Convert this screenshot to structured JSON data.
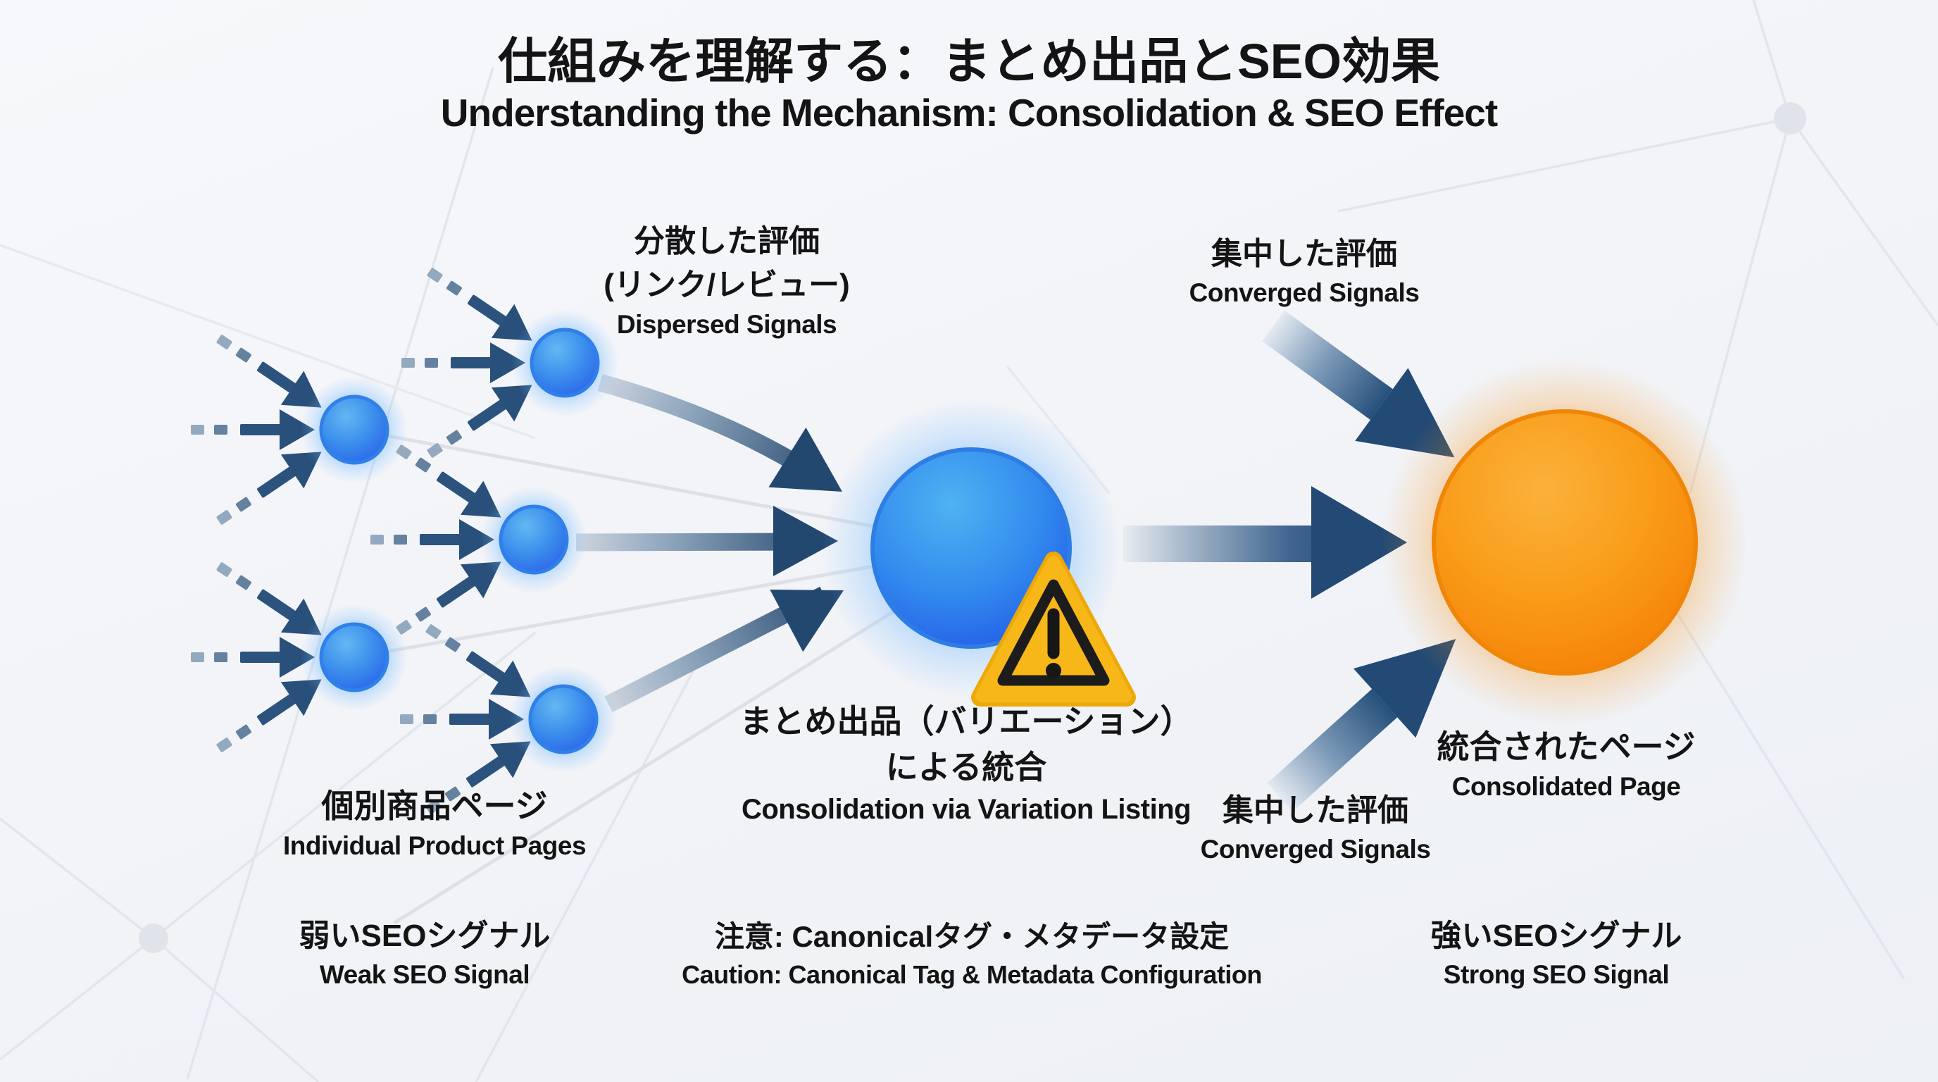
{
  "title": {
    "jp": "仕組みを理解する：まとめ出品とSEO効果",
    "en": "Understanding the Mechanism: Consolidation & SEO Effect"
  },
  "labels": {
    "dispersed": {
      "jp_line1": "分散した評価",
      "jp_line2": "(リンク/レビュー)",
      "en": "Dispersed Signals"
    },
    "converged_top": {
      "jp": "集中した評価",
      "en": "Converged Signals"
    },
    "individual": {
      "jp": "個別商品ページ",
      "en": "Individual Product Pages"
    },
    "consolidation": {
      "jp_line1": "まとめ出品（バリエーション）",
      "jp_line2": "による統合",
      "en": "Consolidation via Variation Listing"
    },
    "converged_bottom": {
      "jp": "集中した評価",
      "en": "Converged Signals"
    },
    "consolidated": {
      "jp": "統合されたページ",
      "en": "Consolidated Page"
    },
    "weak": {
      "jp": "弱いSEOシグナル",
      "en": "Weak SEO Signal"
    },
    "caution": {
      "jp": "注意: Canonicalタグ・メタデータ設定",
      "en": "Caution: Canonical Tag & Metadata Configuration"
    },
    "strong": {
      "jp": "強いSEOシグナル",
      "en": "Strong SEO Signal"
    }
  },
  "icons": {
    "warning": "warning-triangle-exclamation"
  },
  "colors": {
    "node_blue": "#2e7ce8",
    "node_blue_deep": "#2563eb",
    "arrow_navy": "#24486e",
    "orange": "#f68b1f",
    "warning_yellow": "#f7b718",
    "text": "#141414",
    "background": "#f2f4f7",
    "network_line": "#e2e5ec"
  }
}
